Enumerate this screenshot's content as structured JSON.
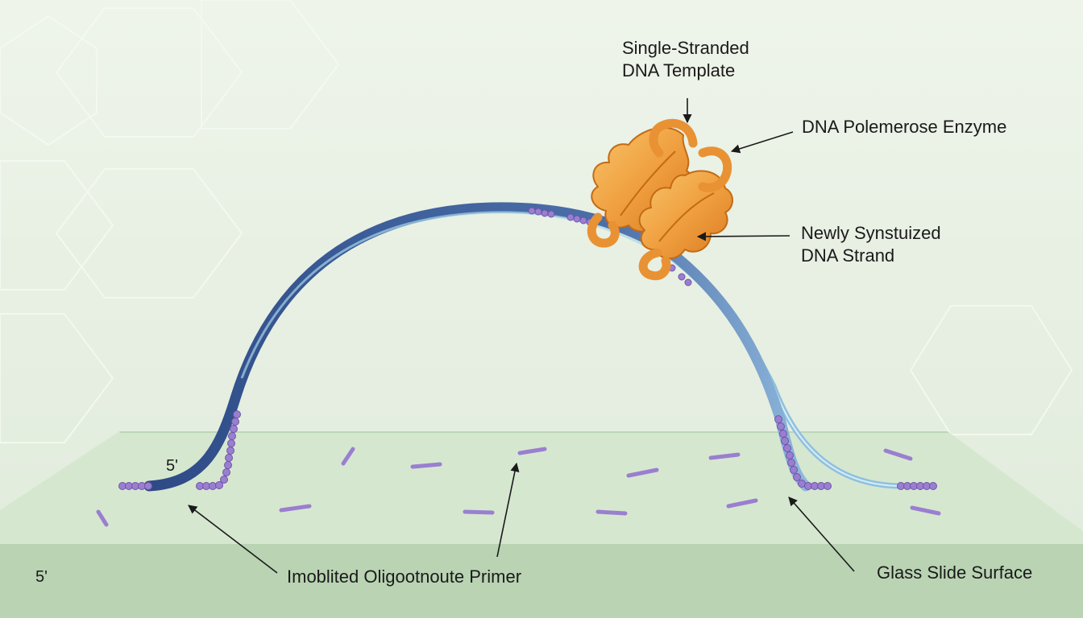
{
  "labels": {
    "template_line1": "Single-Stranded",
    "template_line2": "DNA Template",
    "polymerase": "DNA Polemerose Enzyme",
    "new_strand_line1": "Newly Synstuized",
    "new_strand_line2": "DNA Strand",
    "primer": "Imoblited Oligootnoute Primer",
    "glass": "Glass Slide Surface",
    "five_prime_upper": "5'",
    "five_prime_lower": "5'"
  },
  "colors": {
    "background": "#e6efe2",
    "glass_slide": "#d5e6cf",
    "slide_front": "#b9d3b3",
    "dna_strand": "#3b5a95",
    "dna_highlight": "#a9d4e8",
    "primer_beads": "#9a7fd0",
    "enzyme": "#f0a040"
  },
  "icons": [
    "dna-strand",
    "polymerase-enzyme",
    "primer-bead",
    "scattered-oligo"
  ]
}
